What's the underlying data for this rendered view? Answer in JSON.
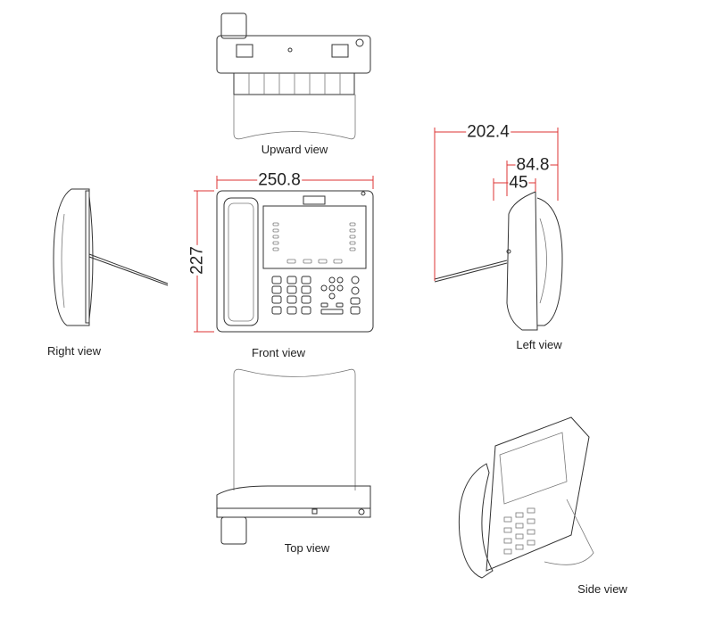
{
  "views": {
    "upward": "Upward view",
    "front": "Front view",
    "right": "Right view",
    "left": "Left view",
    "top": "Top view",
    "side": "Side view"
  },
  "dimensions": {
    "width": "250.8",
    "height": "227",
    "depth_total": "202.4",
    "depth_body": "84.8",
    "depth_min": "45"
  },
  "colors": {
    "dimension_line": "#dd3333",
    "outline": "#333333"
  }
}
